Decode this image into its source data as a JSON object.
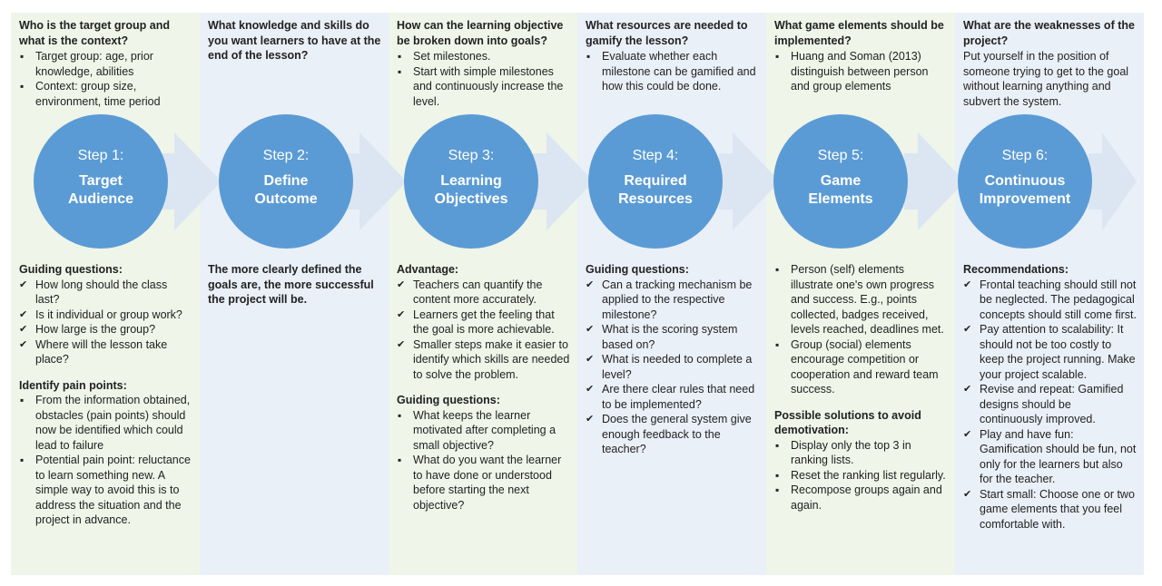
{
  "colors": {
    "circle": "#5b9bd5",
    "arrow": "#dce6f2",
    "green_col": "#eff5e8",
    "blue_col": "#eaf0f8"
  },
  "steps": [
    {
      "number": "Step 1:",
      "title_1": "Target",
      "title_2": "Audience",
      "question": "Who is the target group and what is the context?",
      "top_items": [
        "Target group: age, prior knowledge, abilities",
        "Context: group size, environment, time period"
      ],
      "sections": [
        {
          "heading": "Guiding questions:",
          "marker": "check",
          "items": [
            "How long should the class last?",
            "Is it individual or group work?",
            "How large is the group?",
            "Where will the lesson take place?"
          ]
        },
        {
          "heading": "Identify pain points:",
          "marker": "square",
          "items": [
            "From the information obtained, obstacles (pain points) should now be identified which could lead to failure",
            "Potential pain point: reluctance to learn something new. A simple way to avoid this is to address the situation and the project in advance."
          ]
        }
      ]
    },
    {
      "number": "Step 2:",
      "title_1": "Define",
      "title_2": "Outcome",
      "question": "What knowledge and skills do you want learners to have at the end of the lesson?",
      "top_items": [],
      "lower_bold": "The more clearly defined the goals are, the more successful the project will be.",
      "sections": []
    },
    {
      "number": "Step 3:",
      "title_1": "Learning",
      "title_2": "Objectives",
      "question": "How can the learning objective be broken down into goals?",
      "top_items": [
        "Set milestones.",
        "Start with simple milestones and continuously increase the level."
      ],
      "sections": [
        {
          "heading": "Advantage:",
          "marker": "check",
          "items": [
            "Teachers can quantify the content more accurately.",
            "Learners get the feeling that the goal is more achievable.",
            "Smaller steps make it easier to identify which skills are needed to solve the problem."
          ]
        },
        {
          "heading": "Guiding questions:",
          "marker": "square",
          "items": [
            "What keeps the learner motivated after completing a small objective?",
            "What do you want the learner to have done or understood before starting the next objective?"
          ]
        }
      ]
    },
    {
      "number": "Step 4:",
      "title_1": "Required",
      "title_2": "Resources",
      "question": "What resources are needed to gamify the lesson?",
      "top_items": [
        "Evaluate whether each milestone can be gamified and how this could be done."
      ],
      "sections": [
        {
          "heading": "Guiding questions:",
          "marker": "check",
          "items": [
            "Can a tracking mechanism be applied to the respective milestone?",
            "What is the scoring system based on?",
            "What is needed to complete a level?",
            "Are there clear rules that need to be implemented?",
            "Does the general system give enough feedback to the teacher?"
          ]
        }
      ]
    },
    {
      "number": "Step 5:",
      "title_1": "Game",
      "title_2": "Elements",
      "question": "What game elements should be implemented?",
      "top_items": [
        "Huang and Soman (2013) distinguish between person and group elements"
      ],
      "sections": [
        {
          "heading": "",
          "marker": "square",
          "items": [
            "Person (self) elements illustrate one's own progress and success. E.g., points collected, badges received, levels reached, deadlines met.",
            "Group (social) elements encourage competition or cooperation and reward team success."
          ]
        },
        {
          "heading": "Possible solutions to avoid demotivation:",
          "marker": "square",
          "items": [
            "Display only the top 3 in ranking lists.",
            "Reset the ranking list regularly.",
            "Recompose groups again and again."
          ]
        }
      ]
    },
    {
      "number": "Step 6:",
      "title_1": "Continuous",
      "title_2": "Improvement",
      "question": "What are the weaknesses of the project?",
      "lead": "Put yourself in the position of someone trying to get to the goal without learning anything and subvert the system.",
      "top_items": [],
      "sections": [
        {
          "heading": "Recommendations:",
          "marker": "check",
          "items": [
            "Frontal teaching should still not be neglected. The pedagogical concepts should still come first.",
            "Pay attention to scalability: It should not be too costly to keep the project running. Make your project scalable.",
            "Revise and repeat: Gamified designs should be continuously improved.",
            "Play and have fun: Gamification should be fun, not only for the learners but also for the teacher.",
            "Start small: Choose one or two game elements that you feel comfortable with."
          ]
        }
      ]
    }
  ]
}
